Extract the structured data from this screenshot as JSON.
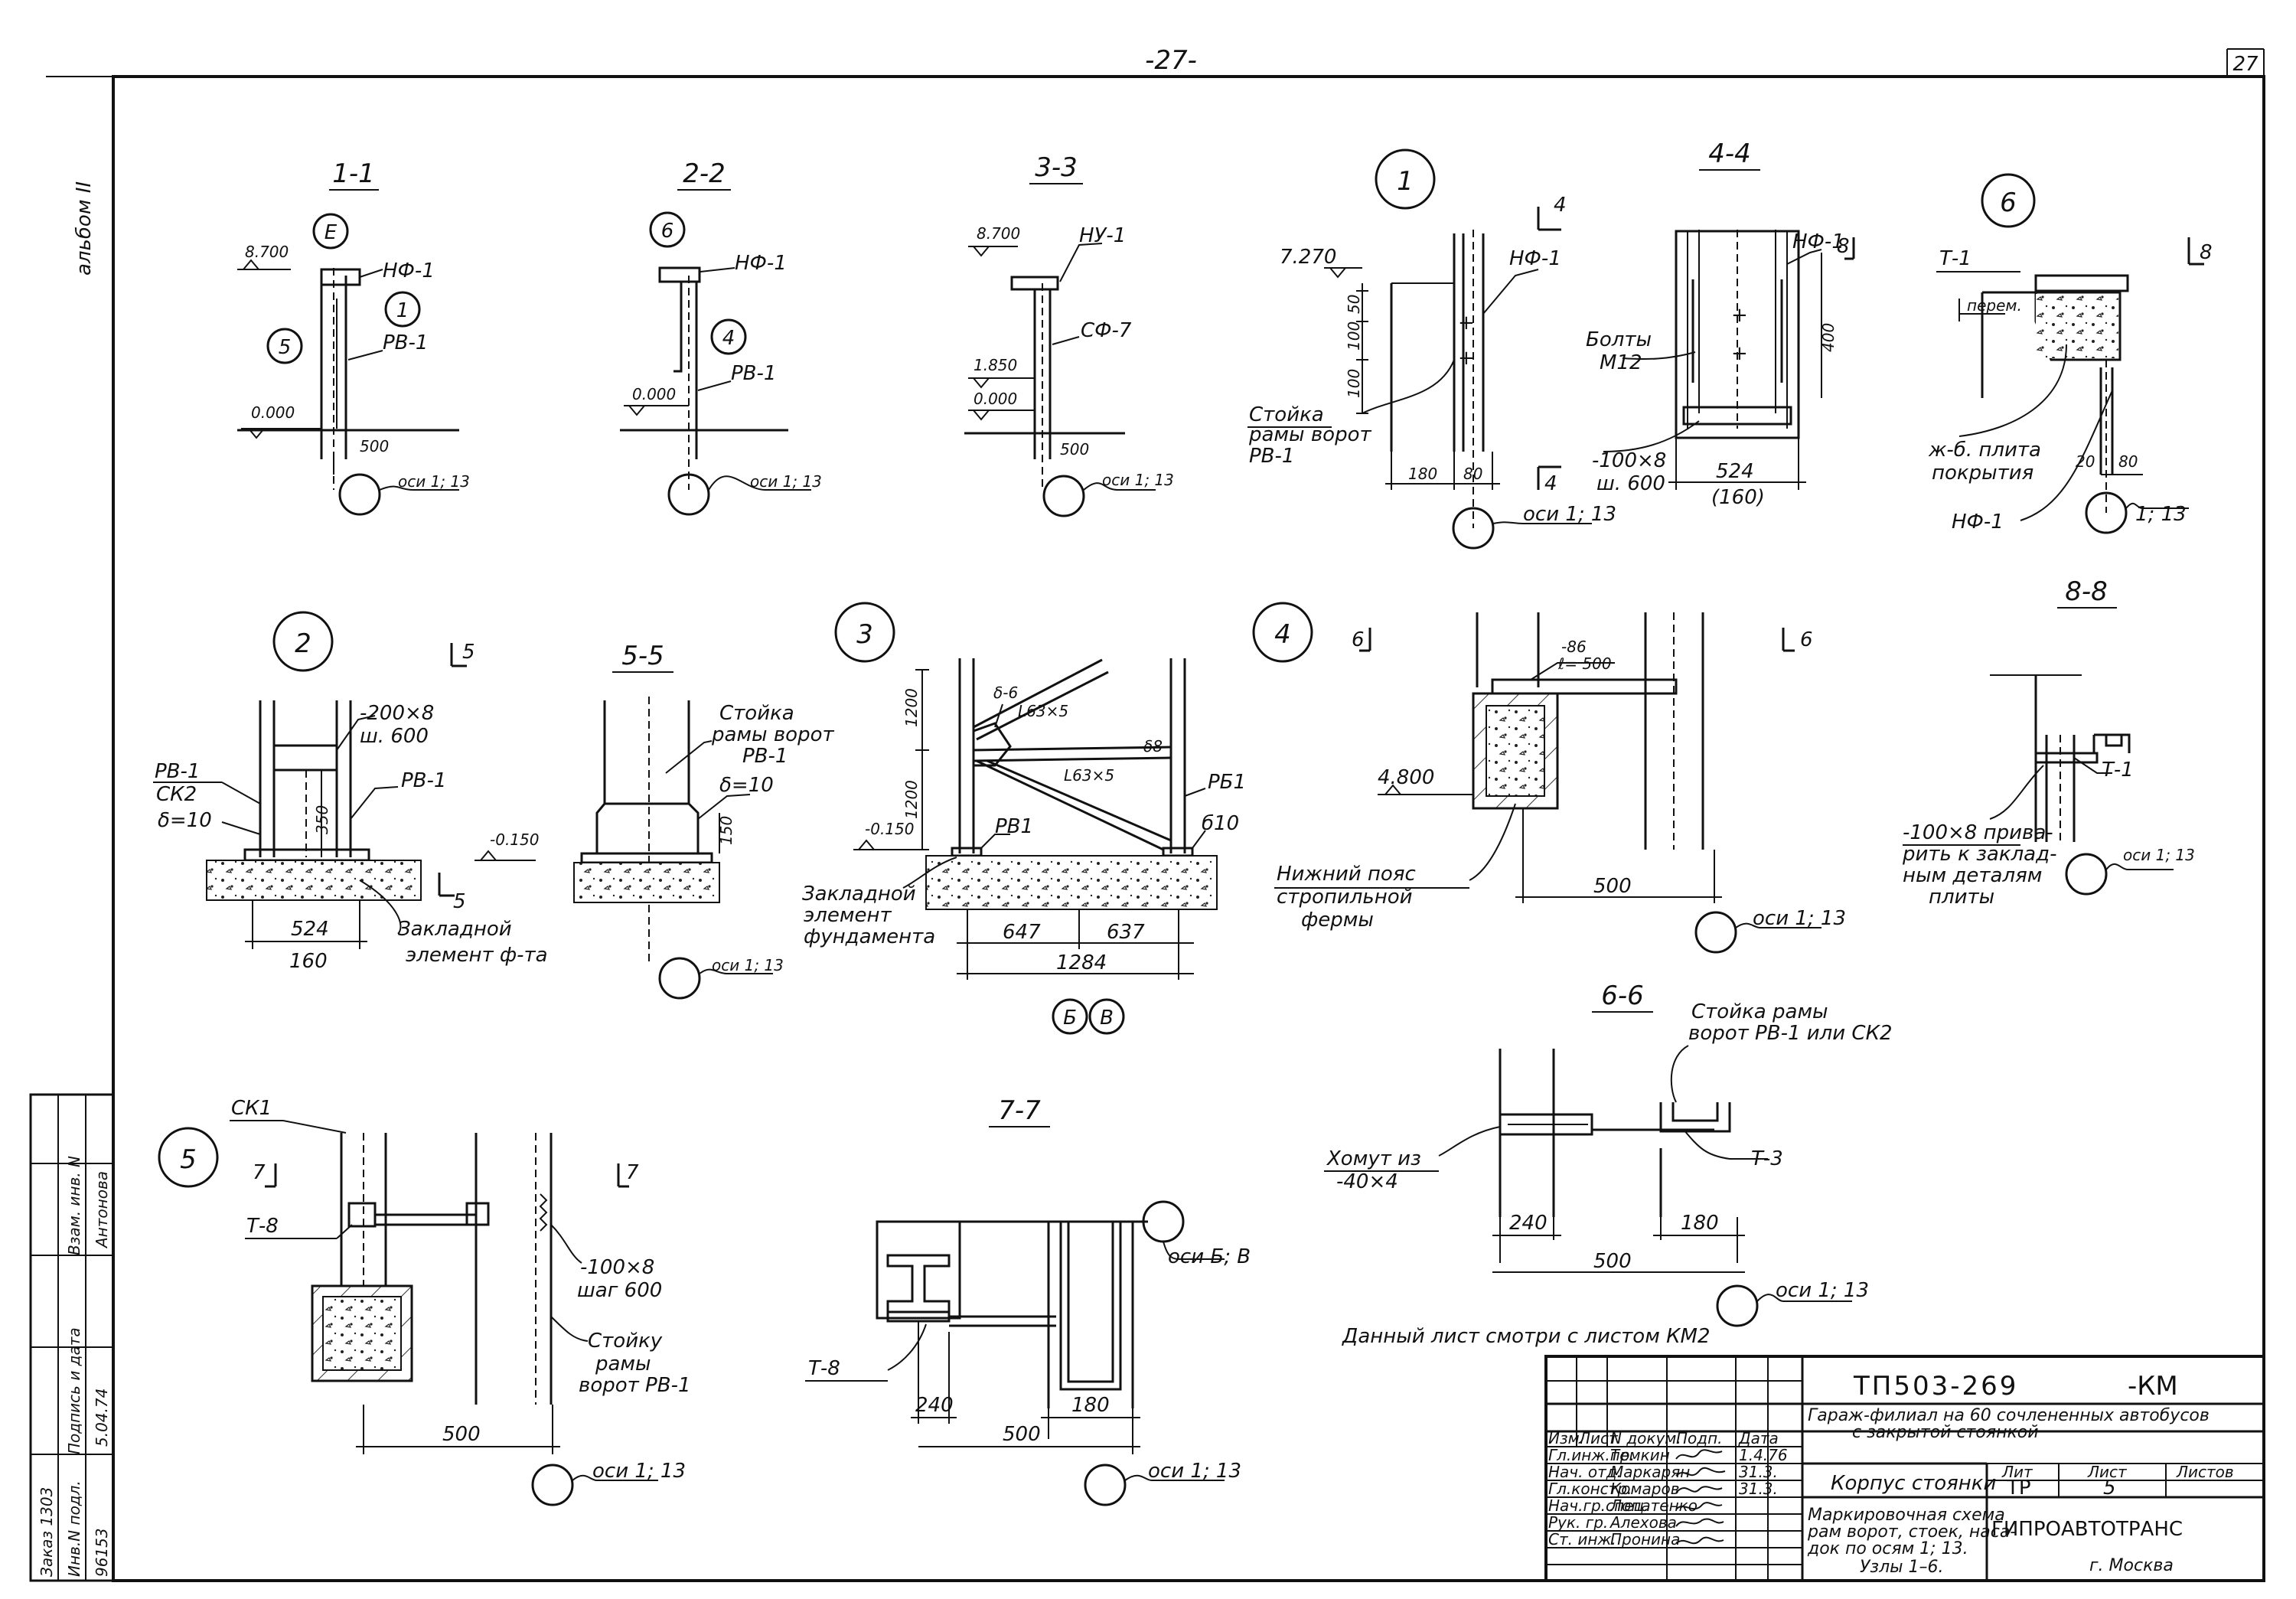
{
  "page": {
    "number": "-27-",
    "corner_number": "27",
    "side_album": "альбом II"
  },
  "sections": {
    "s11": {
      "title": "1-1",
      "level_top": "8.700",
      "level_zero": "0.000",
      "label_nf": "НФ-1",
      "label_rv": "РВ-1",
      "dim": "500",
      "axis": "оси 1; 13",
      "callout_e": "Е",
      "callout_1": "1",
      "callout_5": "5"
    },
    "s22": {
      "title": "2-2",
      "level_zero": "0.000",
      "label_nf": "НФ-1",
      "label_rv": "РВ-1",
      "axis": "оси 1; 13",
      "callout_6": "6",
      "callout_4": "4"
    },
    "s33": {
      "title": "3-3",
      "level_top": "8.700",
      "level_mid": "1.850",
      "level_zero": "0.000",
      "label_nu": "НУ-1",
      "label_sf": "СФ-7",
      "dim": "500",
      "axis": "оси 1; 13"
    },
    "n1": {
      "callout": "1",
      "level": "7.270",
      "label_nf": "НФ-1",
      "dims_vert": [
        "50",
        "100",
        "100"
      ],
      "label_stand": "Стойка",
      "label_stand2": "рамы ворот",
      "label_stand3": "РВ-1",
      "dim_a": "180",
      "dim_b": "80",
      "axis": "оси 1; 13",
      "cut": "4"
    },
    "s44": {
      "title": "4-4",
      "label_nf": "НФ-1",
      "label_bolts": "Болты",
      "label_bolts2": "М12",
      "dim_400": "400",
      "plate": "-100×8",
      "plate_step": "ш. 600",
      "dim_524": "524",
      "dim_160": "(160)",
      "cut": "8"
    },
    "n6": {
      "callout": "6",
      "label_t": "Т-1",
      "label_perem": "перем.",
      "cut": "8",
      "label_slab": "ж-б. плита",
      "label_slab2": "покрытия",
      "label_nf": "НФ-1",
      "dim_a": "20",
      "dim_b": "80",
      "axis": "1; 13"
    },
    "n2": {
      "callout": "2",
      "plate": "-200×8",
      "plate_step": "ш. 600",
      "label_rv_left": "РВ-1",
      "label_sk": "СК2",
      "label_d": "δ=10",
      "label_rv_right": "РВ-1",
      "dim_350": "350",
      "level": "-0.150",
      "label_emb": "Закладной",
      "label_emb2": "элемент ф-та",
      "dim_524": "524",
      "dim_160": "160",
      "cut": "5"
    },
    "s55": {
      "title": "5-5",
      "label_stand": "Стойка",
      "label_stand2": "рамы ворот",
      "label_stand3": "РВ-1",
      "label_d": "δ=10",
      "dim_150": "150",
      "axis": "оси 1; 13"
    },
    "n3": {
      "callout": "3",
      "d6": "δ-6",
      "angle1": "L63×5",
      "d8": "δ8",
      "angle2": "L63×5",
      "dim_1200a": "1200",
      "dim_1200b": "1200",
      "level": "-0.150",
      "label_rb_left": "РВ1",
      "label_rb_right": "РБ1",
      "label_b10": "б10",
      "label_emb": "Закладной",
      "label_emb2": "элемент",
      "label_emb3": "фундамента",
      "dim_647": "647",
      "dim_637": "637",
      "dim_1284": "1284",
      "axis_b": "Б",
      "axis_v": "В"
    },
    "n4": {
      "callout": "4",
      "cut": "6",
      "plate": "-86",
      "plate2": "ℓ= 500",
      "level": "4.800",
      "label_belt": "Нижний пояс",
      "label_belt2": "стропильной",
      "label_belt3": "фермы",
      "dim_500": "500",
      "axis": "оси 1; 13"
    },
    "s88": {
      "title": "8-8",
      "label_t": "Т-1",
      "note1": "-100×8 прива-",
      "note2": "рить к заклад-",
      "note3": "ным деталям",
      "note4": "плиты",
      "axis": "оси 1; 13"
    },
    "s66": {
      "title": "6-6",
      "label_stand": "Стойка рамы",
      "label_stand2": "ворот РВ-1 или СК2",
      "label_clamp": "Хомут из",
      "label_clamp2": "-40×4",
      "label_t3": "Т-3",
      "dim_240": "240",
      "dim_180": "180",
      "dim_500": "500",
      "axis": "оси 1; 13"
    },
    "n5": {
      "callout": "5",
      "label_sk": "СК1",
      "cut": "7",
      "label_t8": "Т-8",
      "plate": "-100×8",
      "plate_step": "шаг 600",
      "label_stand": "Стойку",
      "label_stand2": "рамы",
      "label_stand3": "ворот РВ-1",
      "dim_500": "500",
      "axis": "оси 1; 13"
    },
    "s77": {
      "title": "7-7",
      "axis_top": "оси Б; В",
      "label_t8": "Т-8",
      "dim_240": "240",
      "dim_180": "180",
      "dim_500": "500",
      "axis": "оси 1; 13"
    }
  },
  "note_bottom": "Данный лист смотри с листом КМ2",
  "title_block": {
    "code": "ТП503-269",
    "mark": "-КМ",
    "project": "Гараж-филиал на 60 сочлененных автобусов",
    "project2": "с закрытой стоянкой",
    "object": "Корпус стоянки",
    "sheet_title": "Маркировочная схема",
    "sheet_title2": "рам ворот, стоек, наса-",
    "sheet_title3": "док по осям 1; 13.",
    "sheet_title4": "Узлы 1–6.",
    "col_headers": [
      "Изм.",
      "Лист",
      "N докум.",
      "Подп.",
      "Дата"
    ],
    "lit_header": "Лит",
    "list_header": "Лист",
    "listov_header": "Листов",
    "lit": "ТР",
    "list": "5",
    "org": "ГИПРОАВТОТРАНС",
    "city": "г. Москва",
    "roles": [
      {
        "role": "Гл.инж.пр.",
        "name": "Темкин",
        "date": "1.4.76"
      },
      {
        "role": "Нач. отд.",
        "name": "Маркарян",
        "date": "31.3."
      },
      {
        "role": "Гл.констр.",
        "name": "Комаров",
        "date": "31.3."
      },
      {
        "role": "Нач.гр.спец.",
        "name": "Лопатенко",
        "date": ""
      },
      {
        "role": "Рук. гр.",
        "name": "Алехова",
        "date": ""
      },
      {
        "role": "Ст. инж.",
        "name": "Пронина",
        "date": ""
      }
    ]
  },
  "side_stamp": {
    "lines": [
      "Заказ 1303",
      "Инв.N подл.",
      "Подпись и дата",
      "Взам. инв. N"
    ],
    "inv": "96153",
    "sign": "Антонова",
    "date": "5.04.74"
  }
}
